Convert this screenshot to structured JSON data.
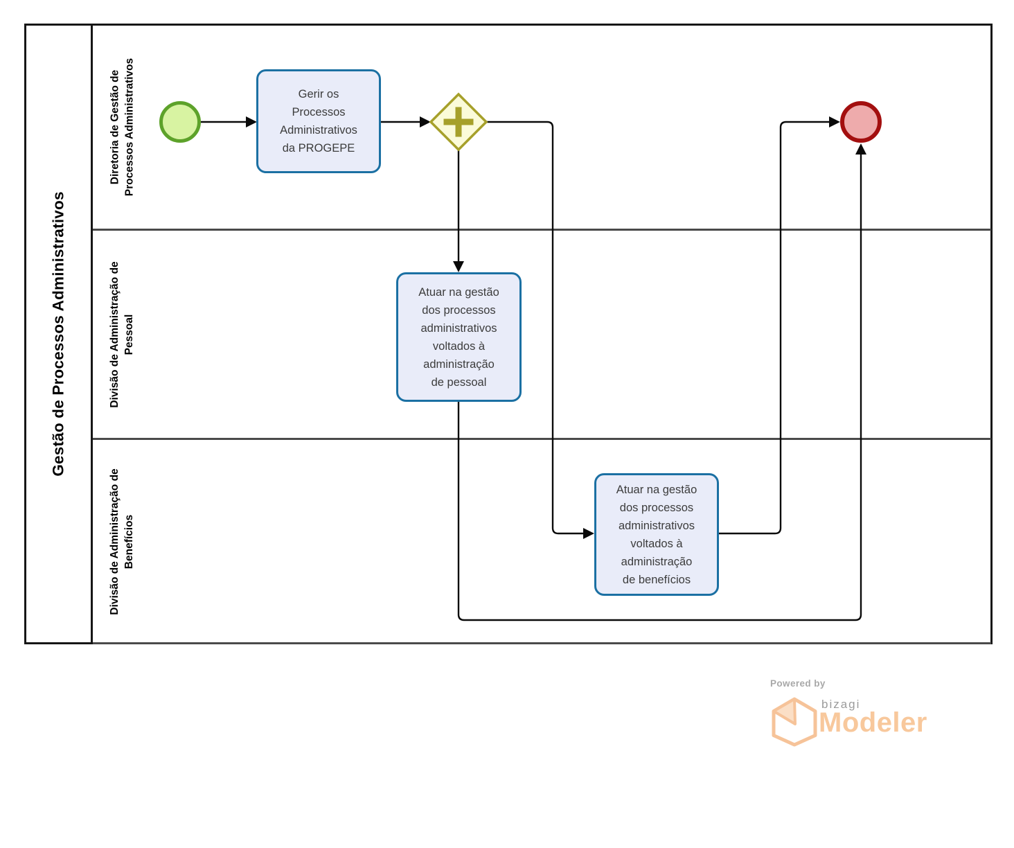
{
  "pool": {
    "title": "Gestão de Processos Administrativos"
  },
  "lanes": [
    {
      "label": "Diretoria de Gestão de\nProcessos Administrativos"
    },
    {
      "label": "Divisão de Administração de\nPessoal"
    },
    {
      "label": "Divisão de Administração de\nBenefícios"
    }
  ],
  "nodes": {
    "start_event": {
      "type": "start-event"
    },
    "task_gerir": {
      "label": "Gerir os\nProcessos\nAdministrativos\nda PROGEPE"
    },
    "gateway": {
      "type": "parallel-gateway"
    },
    "task_pessoal": {
      "label": "Atuar na gestão\ndos processos\nadministrativos\nvoltados à\nadministração\nde pessoal"
    },
    "task_beneficios": {
      "label": "Atuar na gestão\ndos processos\nadministrativos\nvoltados à\nadministração\nde benefícios"
    },
    "end_event": {
      "type": "end-event"
    }
  },
  "footer": {
    "powered_by": "Powered by",
    "brand": "bizagi",
    "product": "Modeler"
  },
  "colors": {
    "task_fill": "#e9ecf9",
    "task_stroke": "#1b70a3",
    "start_fill": "#d8f3a2",
    "start_stroke": "#5da22a",
    "end_fill": "#eeabac",
    "end_stroke": "#a30f0f",
    "gateway_fill": "#fbfbd9",
    "gateway_stroke": "#a6a02a",
    "pool_border": "#161616",
    "lane_divider": "#4a4a4a",
    "flow_line": "#0a0a0a",
    "brand_orange": "#f8c89c",
    "brand_gray": "#9b9b9b"
  }
}
